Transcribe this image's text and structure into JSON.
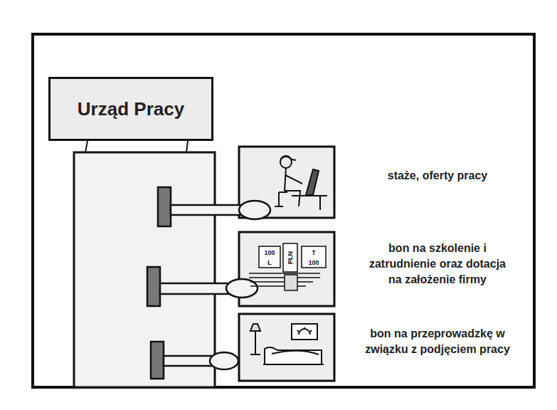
{
  "diagram": {
    "nodes": [
      {
        "text": [
          "Urząd Pracy"
        ]
      }
    ],
    "labels": [
      "staże, oferty pracy",
      "bon na szkolenie i zatrudnienie oraz dotacja na założenie firmy",
      "bon na przeprowadzkę w związku z podjęciem pracy",
      "100",
      "L",
      "PLN",
      "T",
      "100"
    ]
  }
}
